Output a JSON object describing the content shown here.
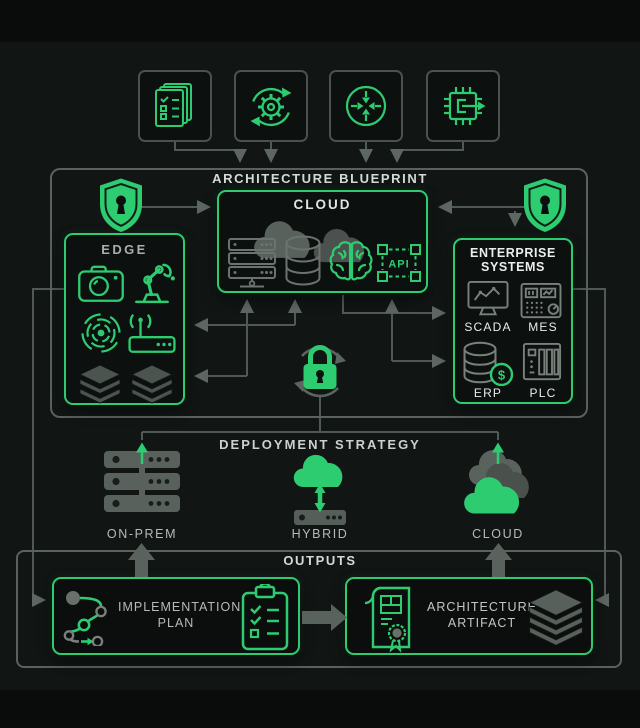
{
  "colors": {
    "accent": "#2ecc71",
    "line": "#4f5955",
    "border": "#5a625e",
    "background": "#111514"
  },
  "icons": [
    "documents-checklist-icon",
    "gear-sync-icon",
    "converge-arrows-icon",
    "chip-export-icon",
    "shield-keyhole-icon",
    "server-rack-icon",
    "database-icon",
    "brain-icon",
    "api-icon",
    "camera-icon",
    "robot-arm-icon",
    "sensor-waves-icon",
    "router-icon",
    "layer-stack-icon",
    "lock-sync-icon",
    "onprem-servers-icon",
    "hybrid-cloud-icon",
    "cloud-stack-icon",
    "route-path-icon",
    "clipboard-checklist-icon",
    "scroll-seal-icon",
    "scada-monitor-icon",
    "mes-panel-icon",
    "erp-database-icon",
    "plc-rack-icon"
  ],
  "blueprint": {
    "title": "ARCHITECTURE BLUEPRINT",
    "cloud": {
      "title": "CLOUD",
      "api_label": "API"
    },
    "edge": {
      "title": "EDGE"
    },
    "enterprise": {
      "title_line1": "ENTERPRISE",
      "title_line2": "SYSTEMS",
      "scada": "SCADA",
      "mes": "MES",
      "erp": "ERP",
      "plc": "PLC",
      "erp_symbol": "$"
    }
  },
  "deployment": {
    "title": "DEPLOYMENT STRATEGY",
    "onprem": "ON-PREM",
    "hybrid": "HYBRID",
    "cloud": "CLOUD"
  },
  "outputs": {
    "title": "OUTPUTS",
    "implementation_line1": "IMPLEMENTATION",
    "implementation_line2": "PLAN",
    "artifact_line1": "ARCHITECTURE",
    "artifact_line2": "ARTIFACT"
  }
}
